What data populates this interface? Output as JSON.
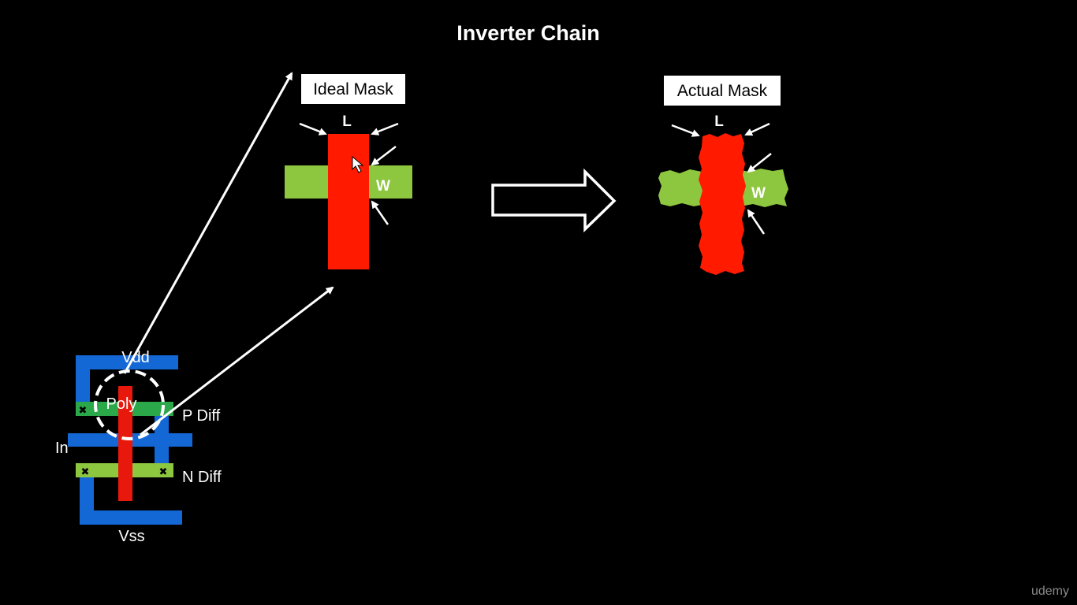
{
  "slide": {
    "title": "Inverter Chain",
    "watermark": "udemy"
  },
  "colors": {
    "background": "#000000",
    "poly": "#ff1a00",
    "diffusion": "#8dc63f",
    "metal": "#1468d6",
    "annotation": "#ffffff",
    "label_box": "#ffffff",
    "label_text": "#000000"
  },
  "layout_labels": {
    "vdd": "Vdd",
    "vss": "Vss",
    "input": "In",
    "poly": "Poly",
    "p_diff": "P Diff",
    "n_diff": "N Diff",
    "contact_mark": "✖"
  },
  "ideal_mask": {
    "label": "Ideal Mask",
    "length_label": "L",
    "width_label": "W"
  },
  "actual_mask": {
    "label": "Actual Mask",
    "length_label": "L",
    "width_label": "W"
  }
}
